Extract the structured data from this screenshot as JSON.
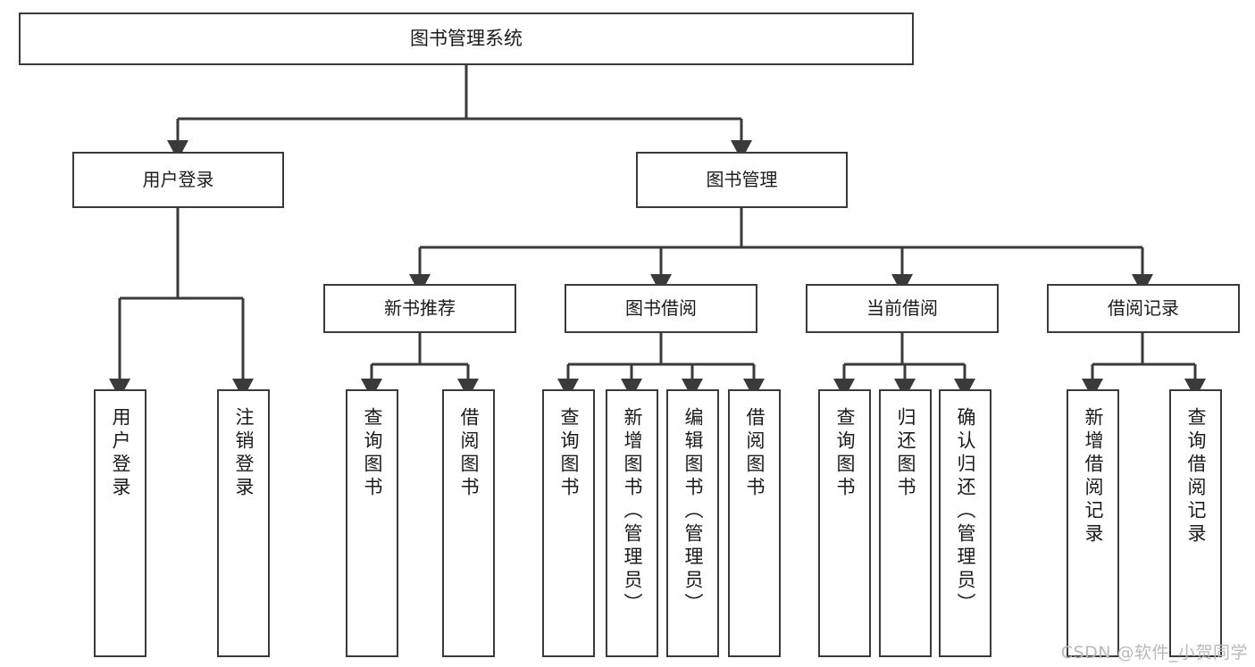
{
  "diagram": {
    "title": "图书管理系统",
    "type": "tree-hierarchy-diagram",
    "watermark": "CSDN @软件_小贺同学",
    "colors": {
      "box_border": "#3a3a3a",
      "box_fill": "#ffffff",
      "edge": "#3a3a3a",
      "text": "#1b1b1b",
      "watermark": "#b9b9b9",
      "background": "#ffffff"
    },
    "root": {
      "label": "图书管理系统"
    },
    "level1": [
      {
        "label": "用户登录"
      },
      {
        "label": "图书管理"
      }
    ],
    "level2": [
      {
        "label": "新书推荐"
      },
      {
        "label": "图书借阅"
      },
      {
        "label": "当前借阅"
      },
      {
        "label": "借阅记录"
      }
    ],
    "leaves": {
      "user_login": [
        {
          "label": "用户登录"
        },
        {
          "label": "注销登录"
        }
      ],
      "new_book_recommend": [
        {
          "label": "查询图书"
        },
        {
          "label": "借阅图书"
        }
      ],
      "book_borrow": [
        {
          "label": "查询图书"
        },
        {
          "label": "新增图书（管理员）"
        },
        {
          "label": "编辑图书（管理员）"
        },
        {
          "label": "借阅图书"
        }
      ],
      "current_borrow": [
        {
          "label": "查询图书"
        },
        {
          "label": "归还图书"
        },
        {
          "label": "确认归还（管理员）"
        }
      ],
      "borrow_record": [
        {
          "label": "新增借阅记录"
        },
        {
          "label": "查询借阅记录"
        }
      ]
    }
  }
}
